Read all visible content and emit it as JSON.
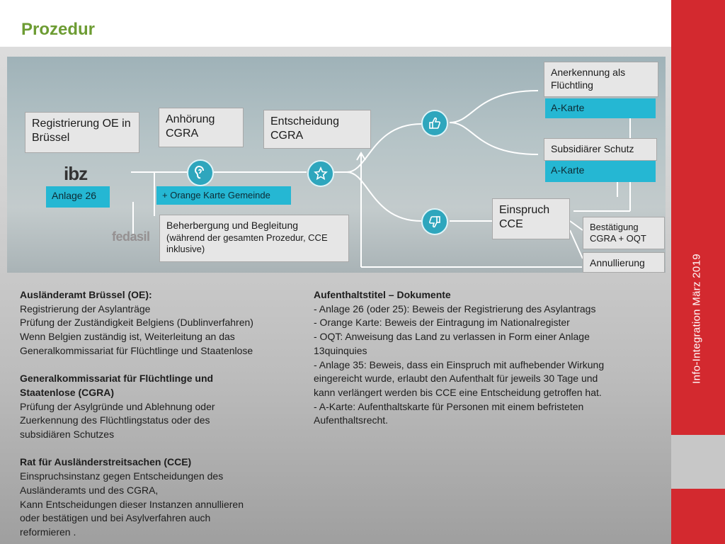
{
  "title": "Prozedur",
  "sidebar": {
    "text": "Info-Integration März 2019"
  },
  "diagram": {
    "registrierung": "Registrierung OE in Brüssel",
    "ibz_logo": "ibz",
    "anlage26": "Anlage 26",
    "fedasil_logo": "fedasil",
    "anhoerung": "Anhörung CGRA",
    "orange_karte": "+ Orange Karte Gemeinde",
    "entscheidung": "Entscheidung CGRA",
    "beherbergung": "Beherbergung und Begleitung",
    "beherbergung_sub": "(während der gesamten Prozedur, CCE inklusive)",
    "anerkennung": "Anerkennung als Flüchtling",
    "a_karte_1": "A-Karte",
    "subsidiaer": "Subsidiärer Schutz",
    "a_karte_2": "A-Karte",
    "einspruch": "Einspruch CCE",
    "bestaetigung": "Bestätigung CGRA + OQT",
    "annullierung": "Annullierung"
  },
  "left_column": [
    {
      "heading": "Ausländeramt Brüssel (OE):",
      "lines": [
        "Registrierung der Asylanträge",
        "Prüfung der Zuständigkeit Belgiens (Dublinverfahren)",
        "Wenn Belgien zuständig ist, Weiterleitung  an das",
        "Generalkommissariat für Flüchtlinge und Staatenlose"
      ]
    },
    {
      "heading": "Generalkommissariat für Flüchtlinge und",
      "heading2": "Staatenlose (CGRA)",
      "lines": [
        "Prüfung der Asylgründe und Ablehnung oder",
        "Zuerkennung des Flüchtlingstatus oder des",
        "subsidiären Schutzes"
      ]
    },
    {
      "heading": "Rat für Ausländerstreitsachen (CCE)",
      "lines": [
        "Einspruchsinstanz gegen Entscheidungen des",
        "Ausländeramts und des CGRA,",
        "Kann Entscheidungen dieser Instanzen annullieren",
        "oder bestätigen und bei Asylverfahren auch",
        "reformieren ."
      ]
    }
  ],
  "right_column": {
    "heading": "Aufenthaltstitel – Dokumente",
    "lines": [
      "- Anlage 26 (oder 25): Beweis der Registrierung des Asylantrags",
      "- Orange Karte: Beweis der Eintragung im Nationalregister",
      "- OQT: Anweisung das Land zu verlassen in Form einer Anlage",
      "13quinquies",
      "- Anlage 35: Beweis, dass ein Einspruch mit aufhebender Wirkung",
      "eingereicht wurde, erlaubt den Aufenthalt für jeweils 30 Tage und",
      "kann verlängert werden bis CCE eine Entscheidung getroffen hat.",
      "- A-Karte: Aufenthaltskarte für Personen mit einem befristeten",
      "Aufenthaltsrecht."
    ]
  },
  "colors": {
    "title_green": "#6d9c33",
    "sidebar_red": "#d3292f",
    "cyan": "#25b7d3",
    "circle": "#2ea6bd"
  },
  "icons": [
    "ear-icon",
    "star-icon",
    "thumbs-up-icon",
    "thumbs-down-icon"
  ]
}
